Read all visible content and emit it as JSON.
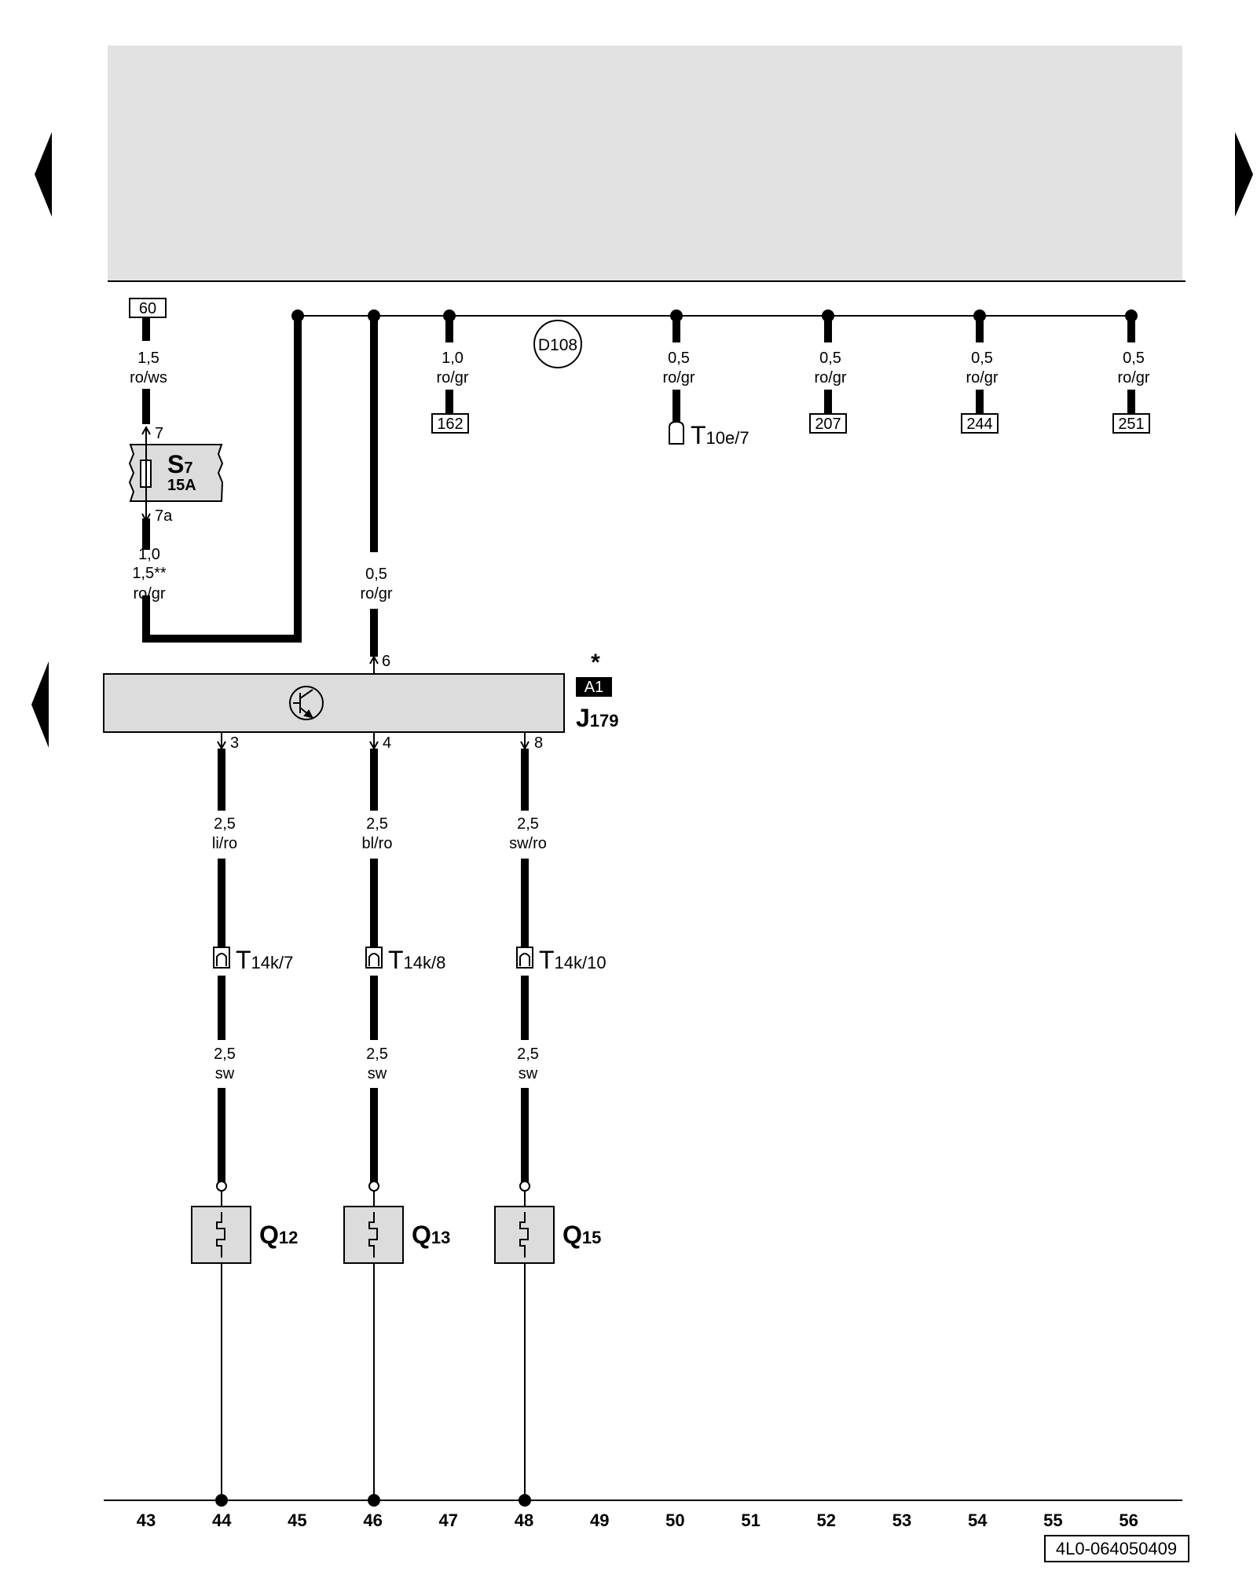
{
  "wires": {
    "w60": {
      "gauge": "1,5",
      "color": "ro/ws"
    },
    "w60b": {
      "gauge": "1,0",
      "gauge2": "1,5**",
      "color": "ro/gr"
    },
    "wJ6": {
      "gauge": "0,5",
      "color": "ro/gr"
    },
    "w162": {
      "gauge": "1,0",
      "color": "ro/gr"
    },
    "wT10": {
      "gauge": "0,5",
      "color": "ro/gr"
    },
    "w207": {
      "gauge": "0,5",
      "color": "ro/gr"
    },
    "w244": {
      "gauge": "0,5",
      "color": "ro/gr"
    },
    "w251": {
      "gauge": "0,5",
      "color": "ro/gr"
    },
    "w3": {
      "gauge": "2,5",
      "color": "li/ro"
    },
    "w4": {
      "gauge": "2,5",
      "color": "bl/ro"
    },
    "w8": {
      "gauge": "2,5",
      "color": "sw/ro"
    },
    "w3b": {
      "gauge": "2,5",
      "color": "sw"
    },
    "w4b": {
      "gauge": "2,5",
      "color": "sw"
    },
    "w8b": {
      "gauge": "2,5",
      "color": "sw"
    }
  },
  "refs": {
    "r60": "60",
    "r162": "162",
    "r207": "207",
    "r244": "244",
    "r251": "251"
  },
  "splice": "D108",
  "fuse": {
    "name": "S",
    "sub": "7",
    "rating": "15A",
    "pin_in": "7",
    "pin_out": "7a"
  },
  "module": {
    "name": "J",
    "sub": "179",
    "location": "A1",
    "marker": "*",
    "pins": {
      "p6": "6",
      "p3": "3",
      "p4": "4",
      "p8": "8"
    }
  },
  "connectors": {
    "c1": {
      "name": "T",
      "sub": "10e/7"
    },
    "c2": {
      "name": "T",
      "sub": "14k/7"
    },
    "c3": {
      "name": "T",
      "sub": "14k/8"
    },
    "c4": {
      "name": "T",
      "sub": "14k/10"
    }
  },
  "plugs": {
    "q1": {
      "name": "Q",
      "sub": "12"
    },
    "q2": {
      "name": "Q",
      "sub": "13"
    },
    "q3": {
      "name": "Q",
      "sub": "15"
    }
  },
  "ruler": [
    "43",
    "44",
    "45",
    "46",
    "47",
    "48",
    "49",
    "50",
    "51",
    "52",
    "53",
    "54",
    "55",
    "56"
  ],
  "doc_id": "4L0-064050409",
  "colors": {
    "wire": "#000000",
    "component_fill": "#dcdcdc",
    "header_fill": "#e2e2e2"
  }
}
